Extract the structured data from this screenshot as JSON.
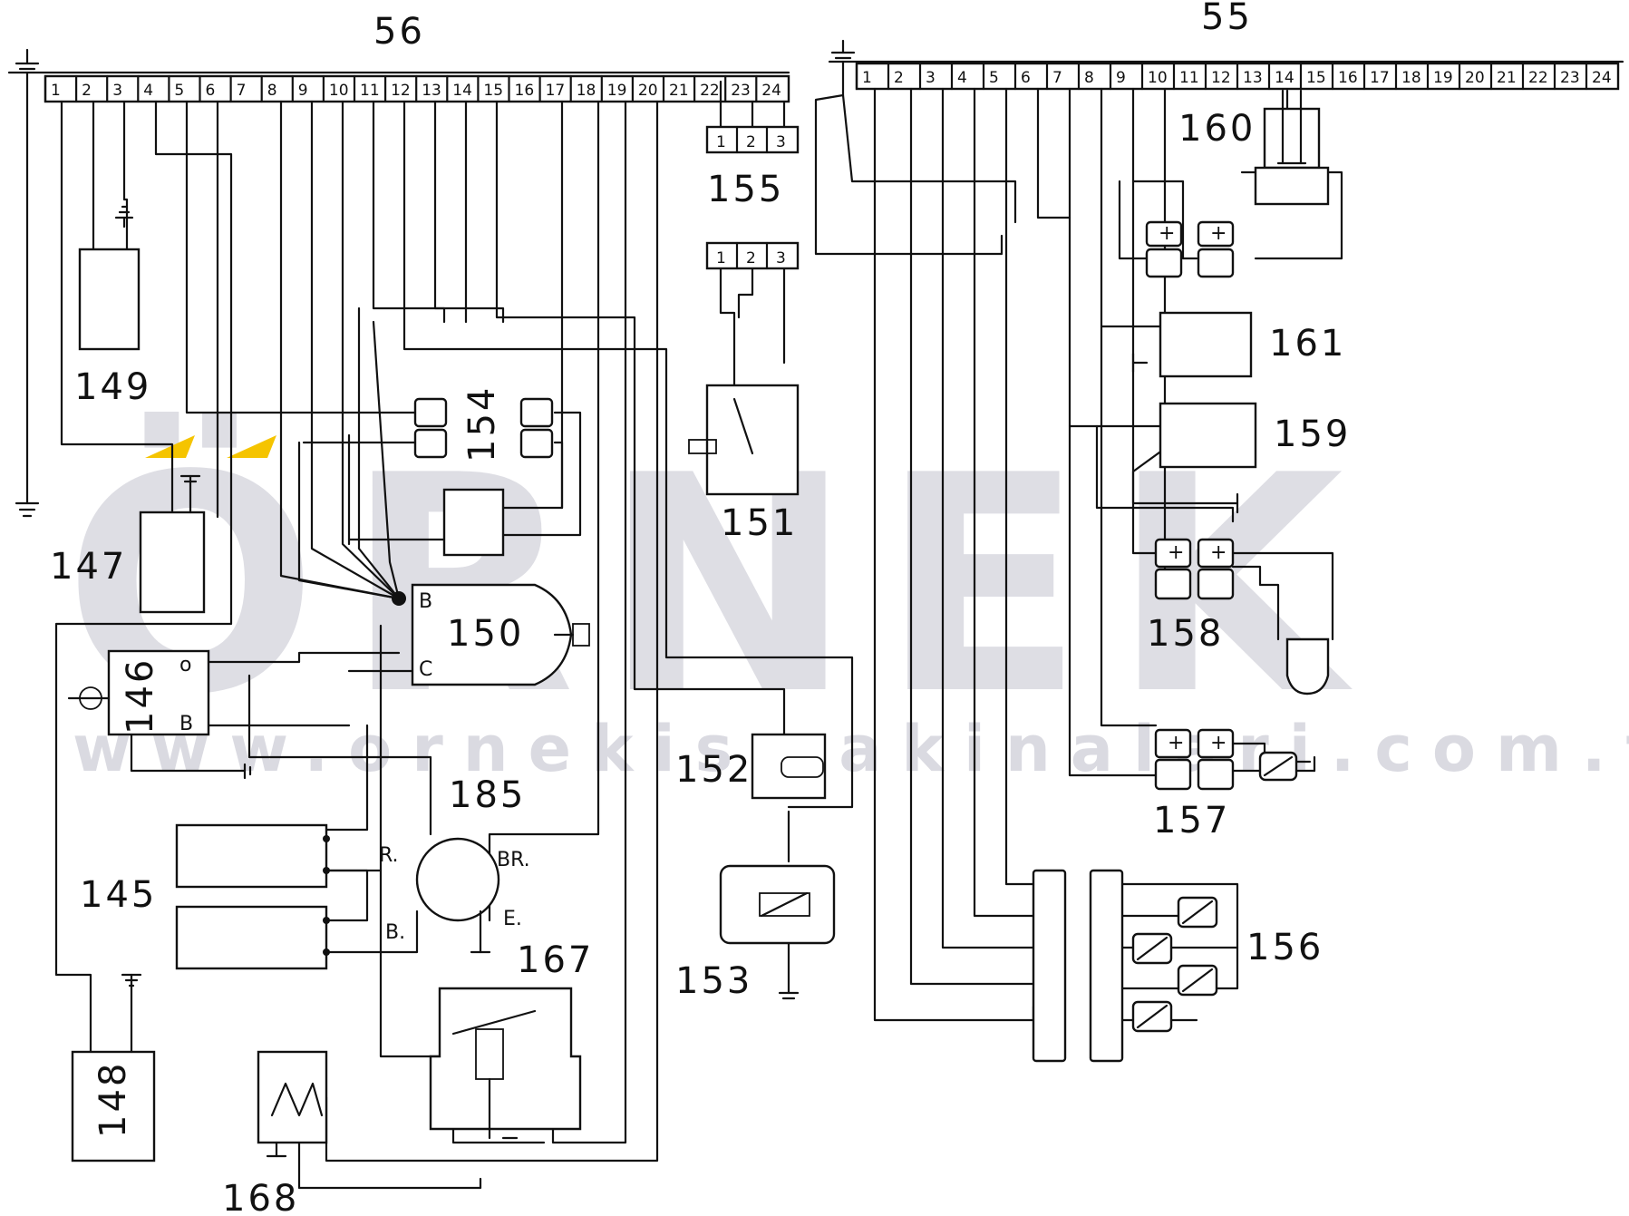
{
  "watermark": {
    "brand": "ÖRNEK",
    "url": "www.ornekismakinalari.com.tr",
    "accent_color": "#f5c400",
    "text_color": "#d4d4dc"
  },
  "connectors": {
    "left": {
      "label": "56",
      "pins": [
        "1",
        "2",
        "3",
        "4",
        "5",
        "6",
        "7",
        "8",
        "9",
        "10",
        "11",
        "12",
        "13",
        "14",
        "15",
        "16",
        "17",
        "18",
        "19",
        "20",
        "21",
        "22",
        "23",
        "24"
      ]
    },
    "right": {
      "label": "55",
      "pins": [
        "1",
        "2",
        "3",
        "4",
        "5",
        "6",
        "7",
        "8",
        "9",
        "10",
        "11",
        "12",
        "13",
        "14",
        "15",
        "16",
        "17",
        "18",
        "19",
        "20",
        "21",
        "22",
        "23",
        "24"
      ]
    }
  },
  "components": {
    "c145": "145",
    "c146": "146",
    "c147": "147",
    "c148": "148",
    "c149": "149",
    "c150": "150",
    "c151": "151",
    "c152": "152",
    "c153": "153",
    "c154": "154",
    "c155": "155",
    "c156": "156",
    "c157": "157",
    "c158": "158",
    "c159": "159",
    "c160": "160",
    "c161": "161",
    "c167": "167",
    "c168": "168",
    "c185": "185"
  },
  "terminal_labels": {
    "t155": [
      "1",
      "2",
      "3"
    ],
    "t151": [
      "1",
      "2",
      "3"
    ],
    "alt_R": "R.",
    "alt_B": "B.",
    "alt_BR": "BR.",
    "alt_E": "E."
  }
}
